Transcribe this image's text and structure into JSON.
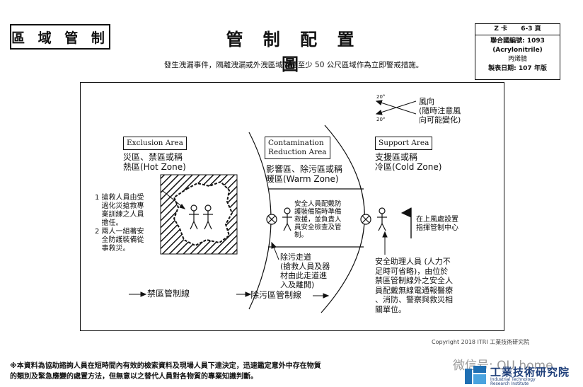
{
  "header": {
    "zone_label": "區 域 管 制",
    "title": "管 制 配 置 圖",
    "subtitle": "發生洩漏事件，隔離洩漏或外洩區域周圍至少 50 公尺區域作為立即警戒措施。"
  },
  "card": {
    "card_no": "Z 卡",
    "page": "6-3 頁",
    "un_no": "聯合國編號: 1093",
    "chem_en": "(Acrylonitrile)",
    "chem_cn": "丙烯腈",
    "date": "製表日期: 107 年版"
  },
  "diagram": {
    "wind_label": "風向\n(隨時注意風\n向可能變化)",
    "wind_angle_top": "20°",
    "wind_angle_bottom": "20°",
    "exclusion_en": "Exclusion Area",
    "exclusion_cn": "災區、禁區或稱\n熱區(Hot Zone)",
    "contamination_en": "Contamination\nReduction Area",
    "contamination_cn": "影響區、除污區或稱\n暖區(Warm Zone)",
    "support_en": "Support Area",
    "support_cn": "支援區或稱\n冷區(Cold Zone)",
    "rescue_note": "1 搶救人員由受\n   過化災搶救專\n   業訓練之人員\n   擔任。\n2 兩人一組著安\n   全防護裝備從\n   事救災。",
    "warm_note": "安全人員配戴防\n護裝備隨時準備\n救援，並負責人\n員安全檢查及管\n制。",
    "command_note": "在上風處設置\n指揮管制中心",
    "decon_path": "除污走道\n(搶救人員及器\n材由此走道進\n入及離開)",
    "support_note": "安全助理人員 (人力不\n足時可省略)，由位於\n禁區管制線外之安全人\n員配戴無線電通報醫療\n、消防、警察與救災相\n關單位。",
    "hot_line": "禁區管制線",
    "decon_line": "除污區管制線"
  },
  "footer": {
    "copyright": "Copyright 2018 ITRI 工業技術研究院",
    "disclaimer": "※本資料為協助諮詢人員在短時間內有效的檢索資料及現場人員下達決定，迅速鑑定意外中存在物質\n的類別及緊急應變的處置方法，但無意以之替代人員對各物質的專業知識判斷。",
    "watermark": "微信号: OU home",
    "logo_cn": "工業技術研究院",
    "logo_en1": "Industrial Technology",
    "logo_en2": "Research Institute"
  }
}
